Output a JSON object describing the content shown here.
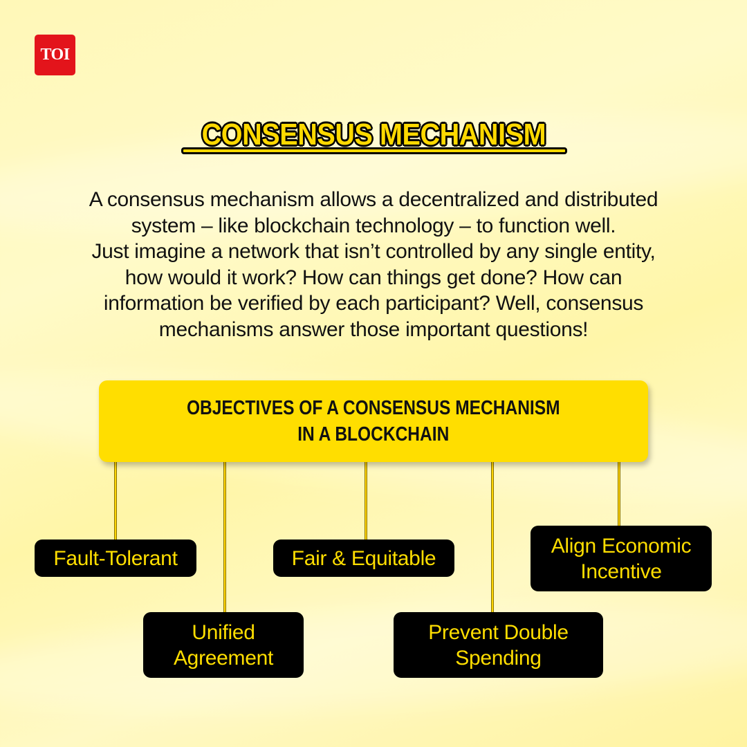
{
  "logo": {
    "text": "TOI",
    "color": "#e3141b"
  },
  "title": "CONSENSUS MECHANISM",
  "intro_lines": [
    "A consensus mechanism allows a decentralized and distributed",
    "system – like blockchain technology – to function well.",
    "Just imagine a network that isn’t controlled by any single entity,",
    "how would it work? How can things get done? How can",
    "information be verified by each participant? Well, consensus",
    "mechanisms answer those important questions!"
  ],
  "objectives": {
    "heading_lines": [
      "OBJECTIVES OF A CONSENSUS MECHANISM",
      "IN A BLOCKCHAIN"
    ],
    "items": [
      {
        "lines": [
          "Fault-Tolerant"
        ]
      },
      {
        "lines": [
          "Unified",
          "Agreement"
        ]
      },
      {
        "lines": [
          "Fair & Equitable"
        ]
      },
      {
        "lines": [
          "Prevent Double",
          "Spending"
        ]
      },
      {
        "lines": [
          "Align Economic",
          "Incentive"
        ]
      }
    ]
  },
  "colors": {
    "accent": "#ffde00",
    "chip_bg": "#000000",
    "background": "#fff8b8"
  }
}
